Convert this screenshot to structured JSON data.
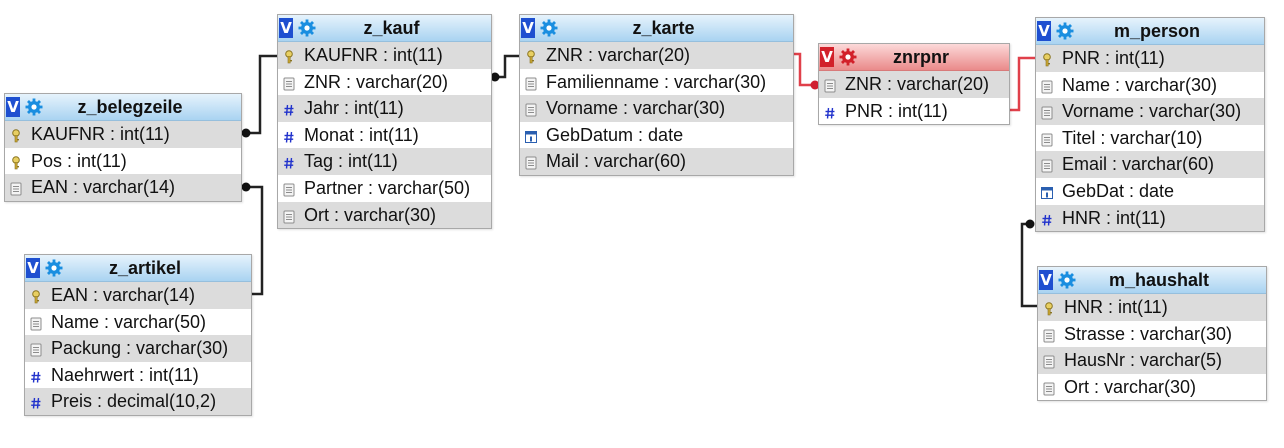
{
  "colors": {
    "header_blue": "#a9d3f1",
    "header_pink": "#ea8a8a",
    "link_black": "#222222",
    "link_red": "#e0404a",
    "key_icon": "#c8a632",
    "hash_icon": "#2233cc"
  },
  "tables": {
    "z_belegzeile": {
      "toggle": "V",
      "name": "z_belegzeile",
      "fields": [
        {
          "icon": "key-icon",
          "text": "KAUFNR : int(11)"
        },
        {
          "icon": "key-icon",
          "text": "Pos : int(11)"
        },
        {
          "icon": "text-field-icon",
          "text": "EAN : varchar(14)"
        }
      ]
    },
    "z_artikel": {
      "toggle": "V",
      "name": "z_artikel",
      "fields": [
        {
          "icon": "key-icon",
          "text": "EAN : varchar(14)"
        },
        {
          "icon": "text-field-icon",
          "text": "Name : varchar(50)"
        },
        {
          "icon": "text-field-icon",
          "text": "Packung : varchar(30)"
        },
        {
          "icon": "hash-icon",
          "text": "Naehrwert : int(11)"
        },
        {
          "icon": "hash-icon",
          "text": "Preis : decimal(10,2)"
        }
      ]
    },
    "z_kauf": {
      "toggle": "V",
      "name": "z_kauf",
      "fields": [
        {
          "icon": "key-icon",
          "text": "KAUFNR : int(11)"
        },
        {
          "icon": "text-field-icon",
          "text": "ZNR : varchar(20)"
        },
        {
          "icon": "hash-icon",
          "text": "Jahr : int(11)"
        },
        {
          "icon": "hash-icon",
          "text": "Monat : int(11)"
        },
        {
          "icon": "hash-icon",
          "text": "Tag : int(11)"
        },
        {
          "icon": "text-field-icon",
          "text": "Partner : varchar(50)"
        },
        {
          "icon": "text-field-icon",
          "text": "Ort : varchar(30)"
        }
      ]
    },
    "z_karte": {
      "toggle": "V",
      "name": "z_karte",
      "fields": [
        {
          "icon": "key-icon",
          "text": "ZNR : varchar(20)"
        },
        {
          "icon": "text-field-icon",
          "text": "Familienname : varchar(30)"
        },
        {
          "icon": "text-field-icon",
          "text": "Vorname : varchar(30)"
        },
        {
          "icon": "date-icon",
          "text": "GebDatum : date"
        },
        {
          "icon": "text-field-icon",
          "text": "Mail : varchar(60)"
        }
      ]
    },
    "znrpnr": {
      "toggle": "V",
      "name": "znrpnr",
      "fields": [
        {
          "icon": "text-field-icon",
          "text": "ZNR : varchar(20)"
        },
        {
          "icon": "hash-icon",
          "text": "PNR : int(11)"
        }
      ]
    },
    "m_person": {
      "toggle": "V",
      "name": "m_person",
      "fields": [
        {
          "icon": "key-icon",
          "text": "PNR : int(11)"
        },
        {
          "icon": "text-field-icon",
          "text": "Name : varchar(30)"
        },
        {
          "icon": "text-field-icon",
          "text": "Vorname : varchar(30)"
        },
        {
          "icon": "text-field-icon",
          "text": "Titel : varchar(10)"
        },
        {
          "icon": "text-field-icon",
          "text": "Email : varchar(60)"
        },
        {
          "icon": "date-icon",
          "text": "GebDat : date"
        },
        {
          "icon": "hash-icon",
          "text": "HNR : int(11)"
        }
      ]
    },
    "m_haushalt": {
      "toggle": "V",
      "name": "m_haushalt",
      "fields": [
        {
          "icon": "key-icon",
          "text": "HNR : int(11)"
        },
        {
          "icon": "text-field-icon",
          "text": "Strasse : varchar(30)"
        },
        {
          "icon": "text-field-icon",
          "text": "HausNr : varchar(5)"
        },
        {
          "icon": "text-field-icon",
          "text": "Ort : varchar(30)"
        }
      ]
    }
  }
}
